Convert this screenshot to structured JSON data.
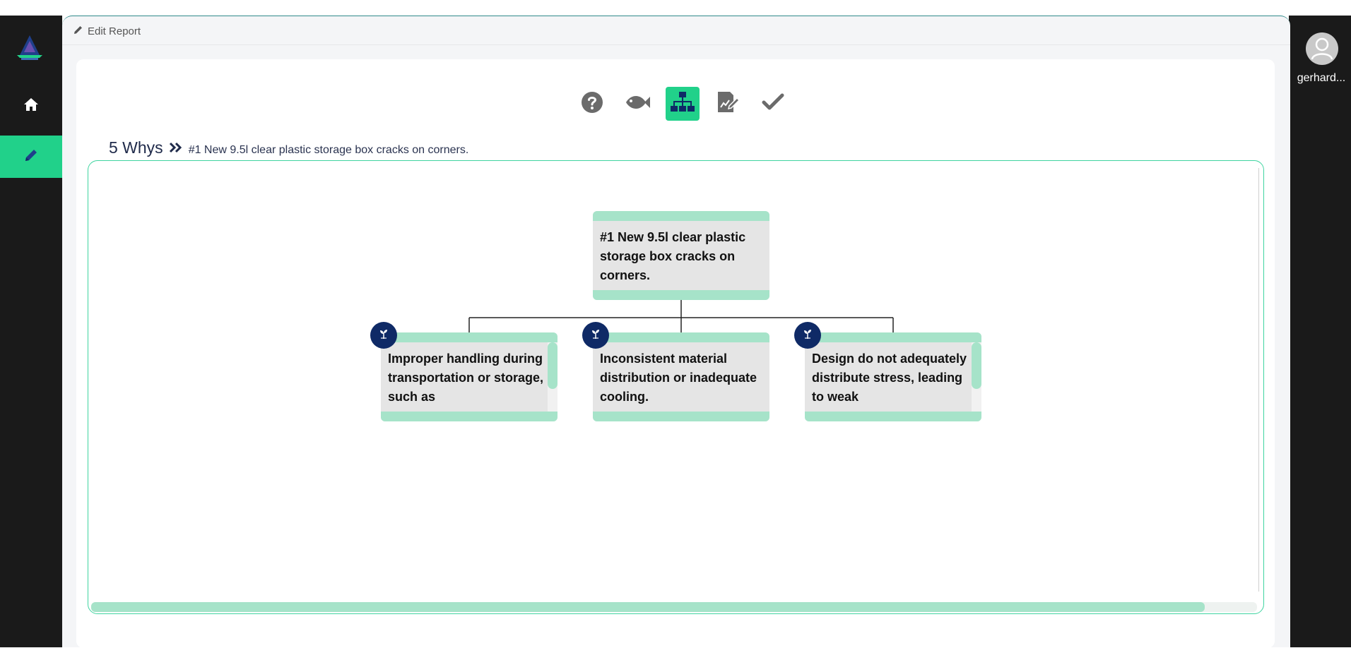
{
  "app": {
    "panel_header": "Edit Report",
    "user_name": "gerhard..."
  },
  "nav": {
    "items": [
      {
        "name": "home",
        "icon": "home-icon",
        "active": false
      },
      {
        "name": "edit",
        "icon": "pencil-icon",
        "active": true
      }
    ]
  },
  "steps": [
    {
      "icon": "question-circle-icon",
      "active": false
    },
    {
      "icon": "fish-icon",
      "active": false
    },
    {
      "icon": "sitemap-icon",
      "active": true
    },
    {
      "icon": "report-edit-icon",
      "active": false
    },
    {
      "icon": "check-icon",
      "active": false
    }
  ],
  "section": {
    "title": "5 Whys",
    "subtitle": "#1 New 9.5l clear plastic storage box cracks on corners."
  },
  "tree": {
    "root": {
      "text": "#1 New 9.5l clear plastic storage box cracks on corners."
    },
    "children": [
      {
        "text": "Improper handling during transportation or storage, such as",
        "badge_icon": "sprout-icon"
      },
      {
        "text": "Inconsistent material distribution or inadequate cooling.",
        "badge_icon": "sprout-icon"
      },
      {
        "text": "Design do not adequately distribute stress, leading to weak",
        "badge_icon": "sprout-icon"
      }
    ]
  },
  "colors": {
    "accent": "#21d18a",
    "node_band": "#a6e3c9",
    "badge": "#0f2a66",
    "sidebar": "#1a1a1a"
  }
}
